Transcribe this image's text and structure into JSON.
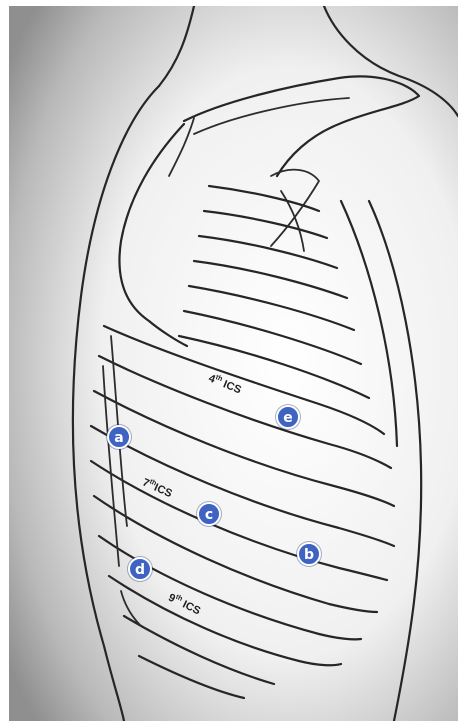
{
  "markers": {
    "a": "a",
    "b": "b",
    "c": "c",
    "d": "d",
    "e": "e"
  },
  "labels": {
    "ics_4": {
      "ordinal": "4",
      "suffix": "th",
      "text": "ICS"
    },
    "ics_7": {
      "ordinal": "7",
      "suffix": "th",
      "text": "ICS"
    },
    "ics_9": {
      "ordinal": "9",
      "suffix": "th",
      "text": "ICS"
    }
  },
  "colors": {
    "marker_fill": "#3f63c2",
    "line": "#262626"
  }
}
